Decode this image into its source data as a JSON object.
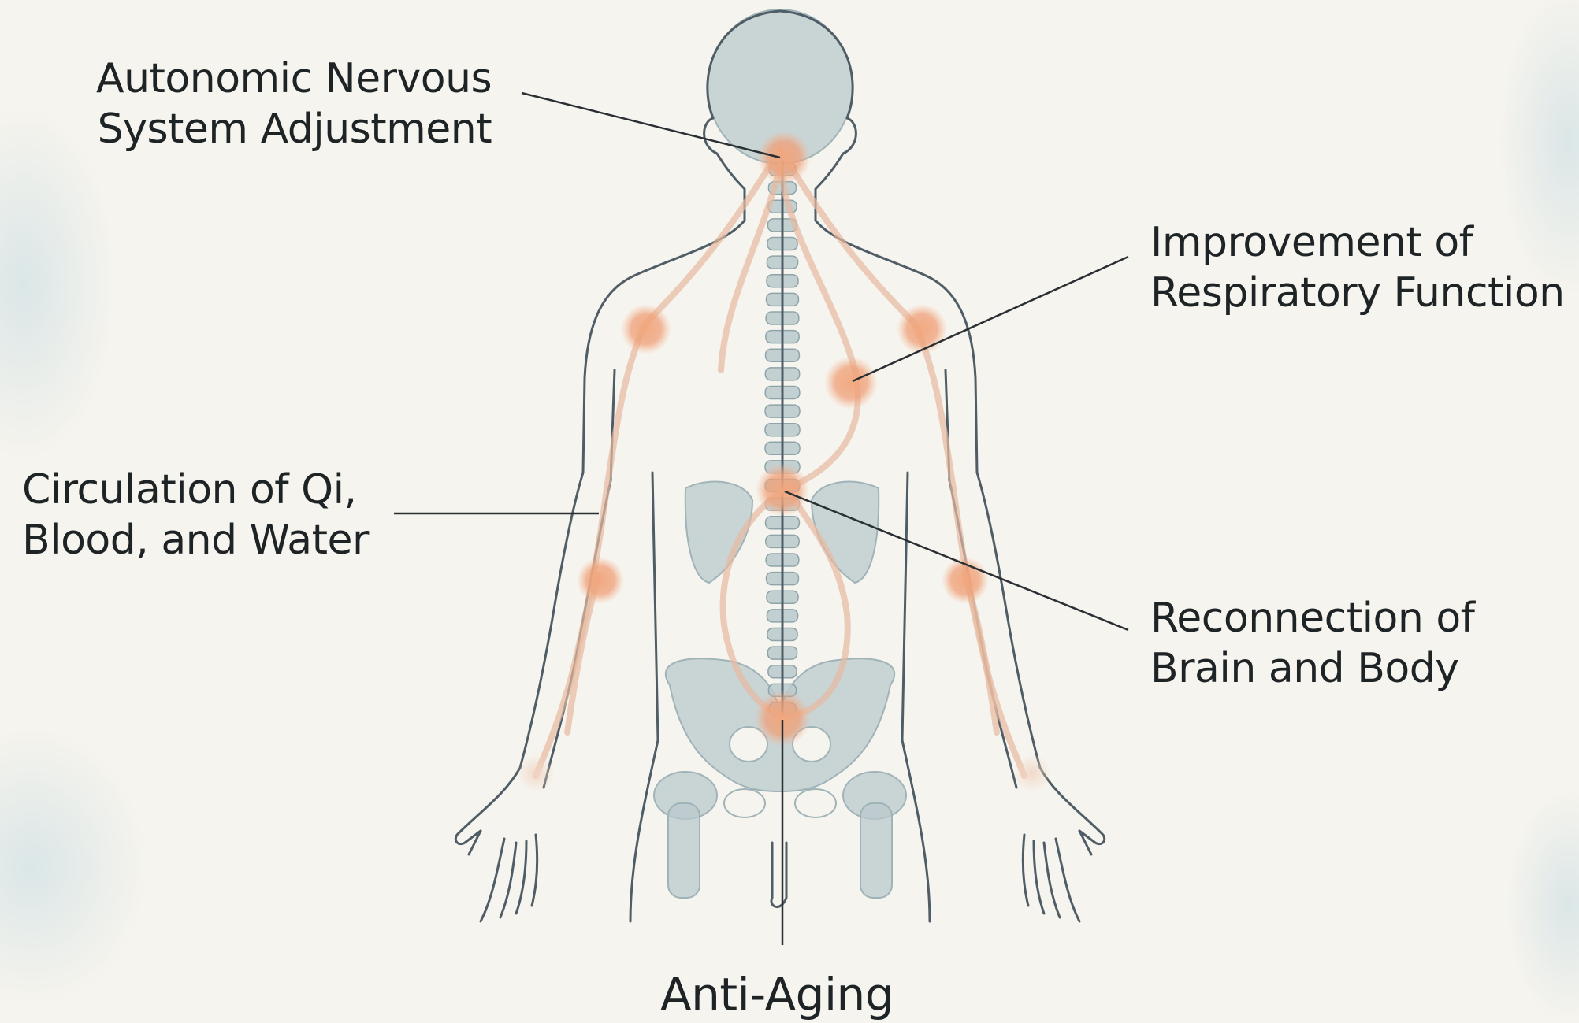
{
  "labels": {
    "autonomic": {
      "line1": "Autonomic Nervous",
      "line2": "System Adjustment"
    },
    "respiratory": {
      "line1": "Improvement of",
      "line2": "Respiratory Function"
    },
    "circulation": {
      "line1": "Circulation of Qi,",
      "line2": "Blood, and Water"
    },
    "reconnection": {
      "line1": "Reconnection of",
      "line2": "Brain and Body"
    },
    "anti_aging": {
      "line1": "Anti-Aging"
    }
  },
  "colors": {
    "background": "#f6f4ee",
    "outline": "#4f5d66",
    "bone": "#b9c9cc",
    "meridian": "#e7b9a0",
    "point": "#ec9a70",
    "leader": "#2a2f33",
    "text": "#1e2326"
  }
}
